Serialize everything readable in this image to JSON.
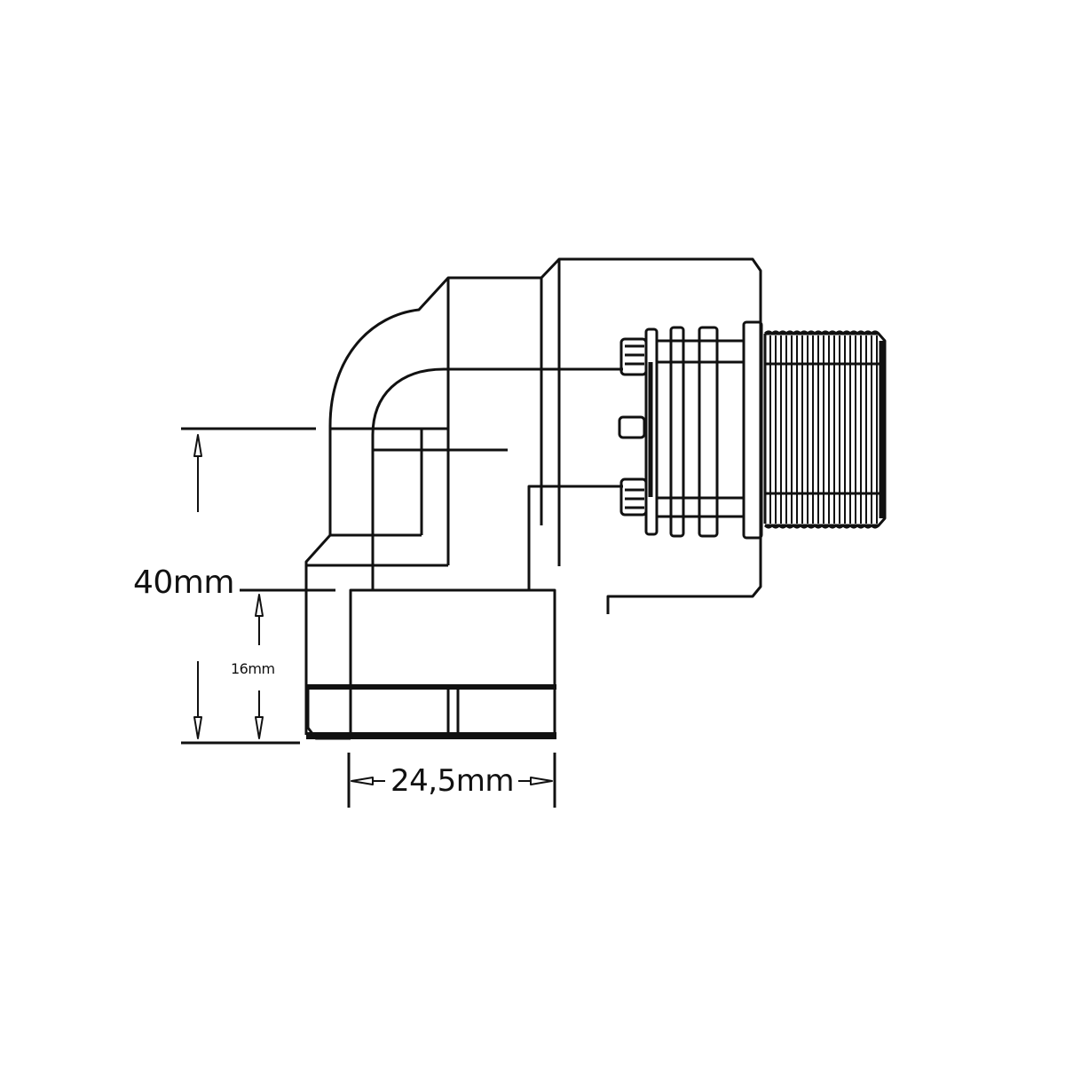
{
  "drawing": {
    "subject": "90-degree elbow pipe fitting with threaded male outlet",
    "stroke_color": "#111111",
    "background_color": "#ffffff"
  },
  "dimensions": {
    "overall_height": "40mm",
    "lower_socket_height": "16mm",
    "socket_width": "24,5mm"
  }
}
